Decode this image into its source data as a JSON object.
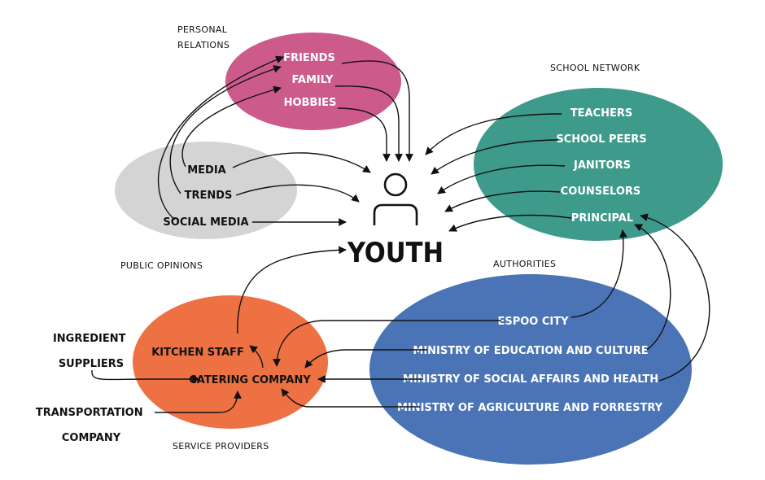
{
  "colors": {
    "personal": "#cc5b8b",
    "public": "#d4d4d4",
    "school": "#3e9a8b",
    "service": "#ee7144",
    "authority": "#4a74b6",
    "text_dark": "#111111",
    "text_light": "#ffffff"
  },
  "groups": {
    "personal": "PERSONAL\nRELATIONS",
    "public": "PUBLIC OPINIONS",
    "school": "SCHOOL NETWORK",
    "authorities": "AUTHORITIES",
    "service": "SERVICE PROVIDERS"
  },
  "center": {
    "label": "YOUTH",
    "icon": "person-icon"
  },
  "nodes": {
    "friends": "FRIENDS",
    "family": "FAMILY",
    "hobbies": "HOBBIES",
    "media": "MEDIA",
    "trends": "TRENDS",
    "social_media": "SOCIAL MEDIA",
    "teachers": "TEACHERS",
    "school_peers": "SCHOOL PEERS",
    "janitors": "JANITORS",
    "counselors": "COUNSELORS",
    "principal": "PRINCIPAL",
    "kitchen_staff": "KITCHEN STAFF",
    "catering_company": "CATERING COMPANY",
    "espoo_city": "ESPOO CITY",
    "ministry_education": "MINISTRY OF EDUCATION AND CULTURE",
    "ministry_social": "MINISTRY OF SOCIAL AFFAIRS AND HEALTH",
    "ministry_agriculture": "MINISTRY OF AGRICULTURE AND FORRESTRY",
    "ingredient_suppliers": "INGREDIENT\nSUPPLIERS",
    "transportation_company": "TRANSPORTATION\nCOMPANY"
  },
  "edges": [
    [
      "friends",
      "youth"
    ],
    [
      "family",
      "youth"
    ],
    [
      "hobbies",
      "youth"
    ],
    [
      "media",
      "youth"
    ],
    [
      "trends",
      "youth"
    ],
    [
      "social_media",
      "youth"
    ],
    [
      "teachers",
      "youth"
    ],
    [
      "school_peers",
      "youth"
    ],
    [
      "janitors",
      "youth"
    ],
    [
      "counselors",
      "youth"
    ],
    [
      "principal",
      "youth"
    ],
    [
      "media",
      "hobbies"
    ],
    [
      "trends",
      "family"
    ],
    [
      "social_media",
      "friends"
    ],
    [
      "kitchen_staff",
      "youth"
    ],
    [
      "catering_company",
      "kitchen_staff"
    ],
    [
      "espoo_city",
      "catering_company"
    ],
    [
      "ministry_education",
      "catering_company"
    ],
    [
      "ministry_social",
      "catering_company"
    ],
    [
      "ministry_agriculture",
      "catering_company"
    ],
    [
      "espoo_city",
      "principal"
    ],
    [
      "ministry_education",
      "principal"
    ],
    [
      "ministry_social",
      "principal"
    ],
    [
      "ingredient_suppliers",
      "catering_company"
    ],
    [
      "transportation_company",
      "catering_company"
    ]
  ]
}
